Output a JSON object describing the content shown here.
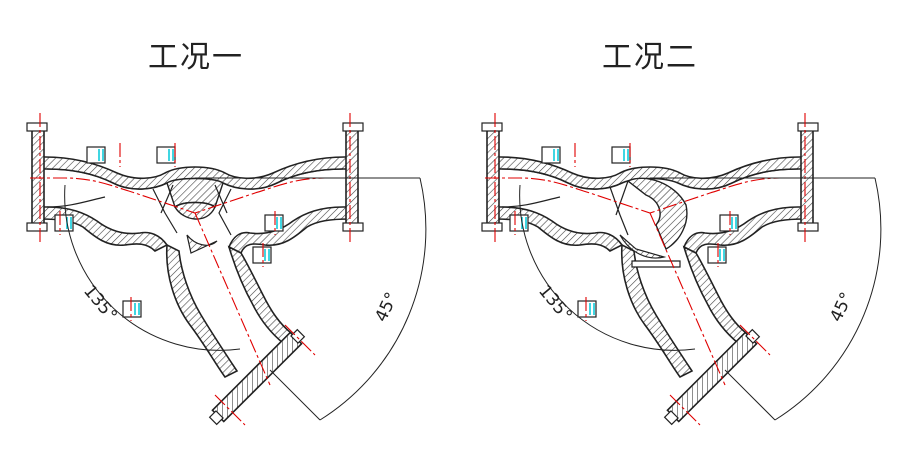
{
  "panels": [
    {
      "title": "工况一",
      "angle_large": "135°",
      "angle_small": "45°"
    },
    {
      "title": "工况二",
      "angle_large": "135°",
      "angle_small": "45°"
    }
  ],
  "colors": {
    "outline": "#222222",
    "center_line": "#e00000",
    "thread": "#00c8d8",
    "hatch": "#444444"
  }
}
